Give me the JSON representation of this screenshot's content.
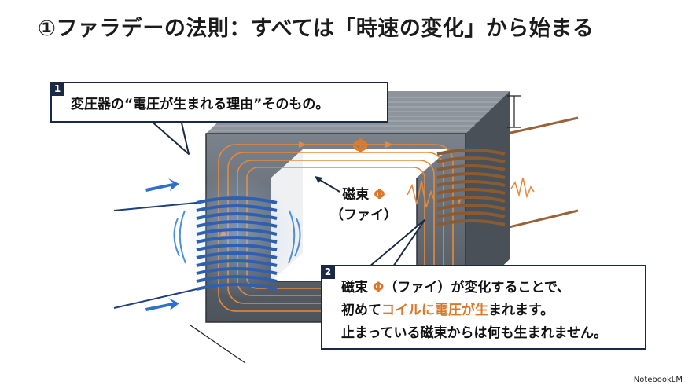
{
  "title": "①ファラデーの法則：すべては「時速の変化」から始まる",
  "callout1": {
    "number": "1",
    "text": "変圧器の“電圧が生まれる理由”そのもの。"
  },
  "flux_label": {
    "line1_prefix": "磁束",
    "phi": "Φ",
    "line2": "（ファイ）"
  },
  "core_symbol": "Φ",
  "callout2": {
    "number": "2",
    "line1_prefix": "磁束",
    "line1_phi": "Φ",
    "line1_suffix": "（ファイ）が変化することで、",
    "line2_a": "初めて",
    "line2_b": "コイルに電圧が生",
    "line2_c": "まれます。",
    "line3": "止まっている磁束からは何も生まれません。"
  },
  "brand": "NotebookLM",
  "colors": {
    "primary_coil": "#2f5fb0",
    "secondary_coil": "#8a5a30",
    "flux": "#e07a2a",
    "core": "#5f6670",
    "frame": "#1b2a44"
  }
}
